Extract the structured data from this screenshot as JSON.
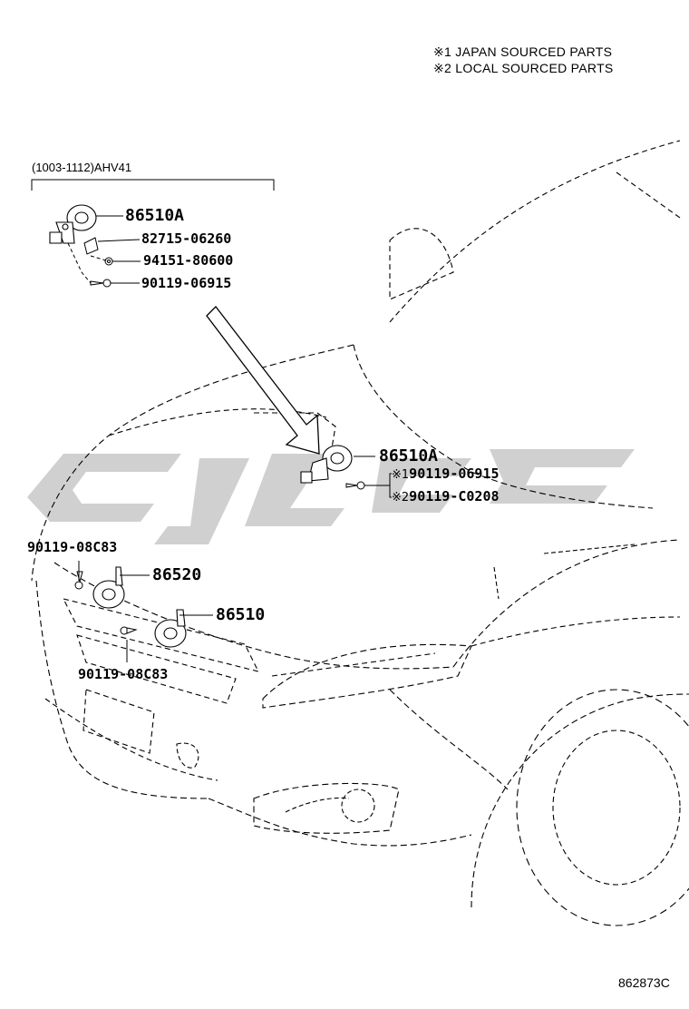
{
  "legend": {
    "line1": "※1 JAPAN SOURCED PARTS",
    "line2": "※2 LOCAL SOURCED PARTS"
  },
  "inset": {
    "applicability": "(1003-1112)AHV41",
    "parts": [
      "86510A",
      "82715-06260",
      "94151-80600",
      "90119-06915"
    ]
  },
  "main_callouts": {
    "horn_a": "86510A",
    "bolt_japan_mark": "※1",
    "bolt_japan": "90119-06915",
    "bolt_local_mark": "※2",
    "bolt_local": "90119-C0208",
    "bolt_upper": "90119-08C83",
    "horn_low": "86520",
    "horn_high": "86510",
    "bolt_lower": "90119-08C83"
  },
  "illustration_id": "862873C",
  "watermark": {
    "color": "#c8c8c8"
  },
  "colors": {
    "line": "#000000",
    "watermark": "#c8c8c8"
  }
}
